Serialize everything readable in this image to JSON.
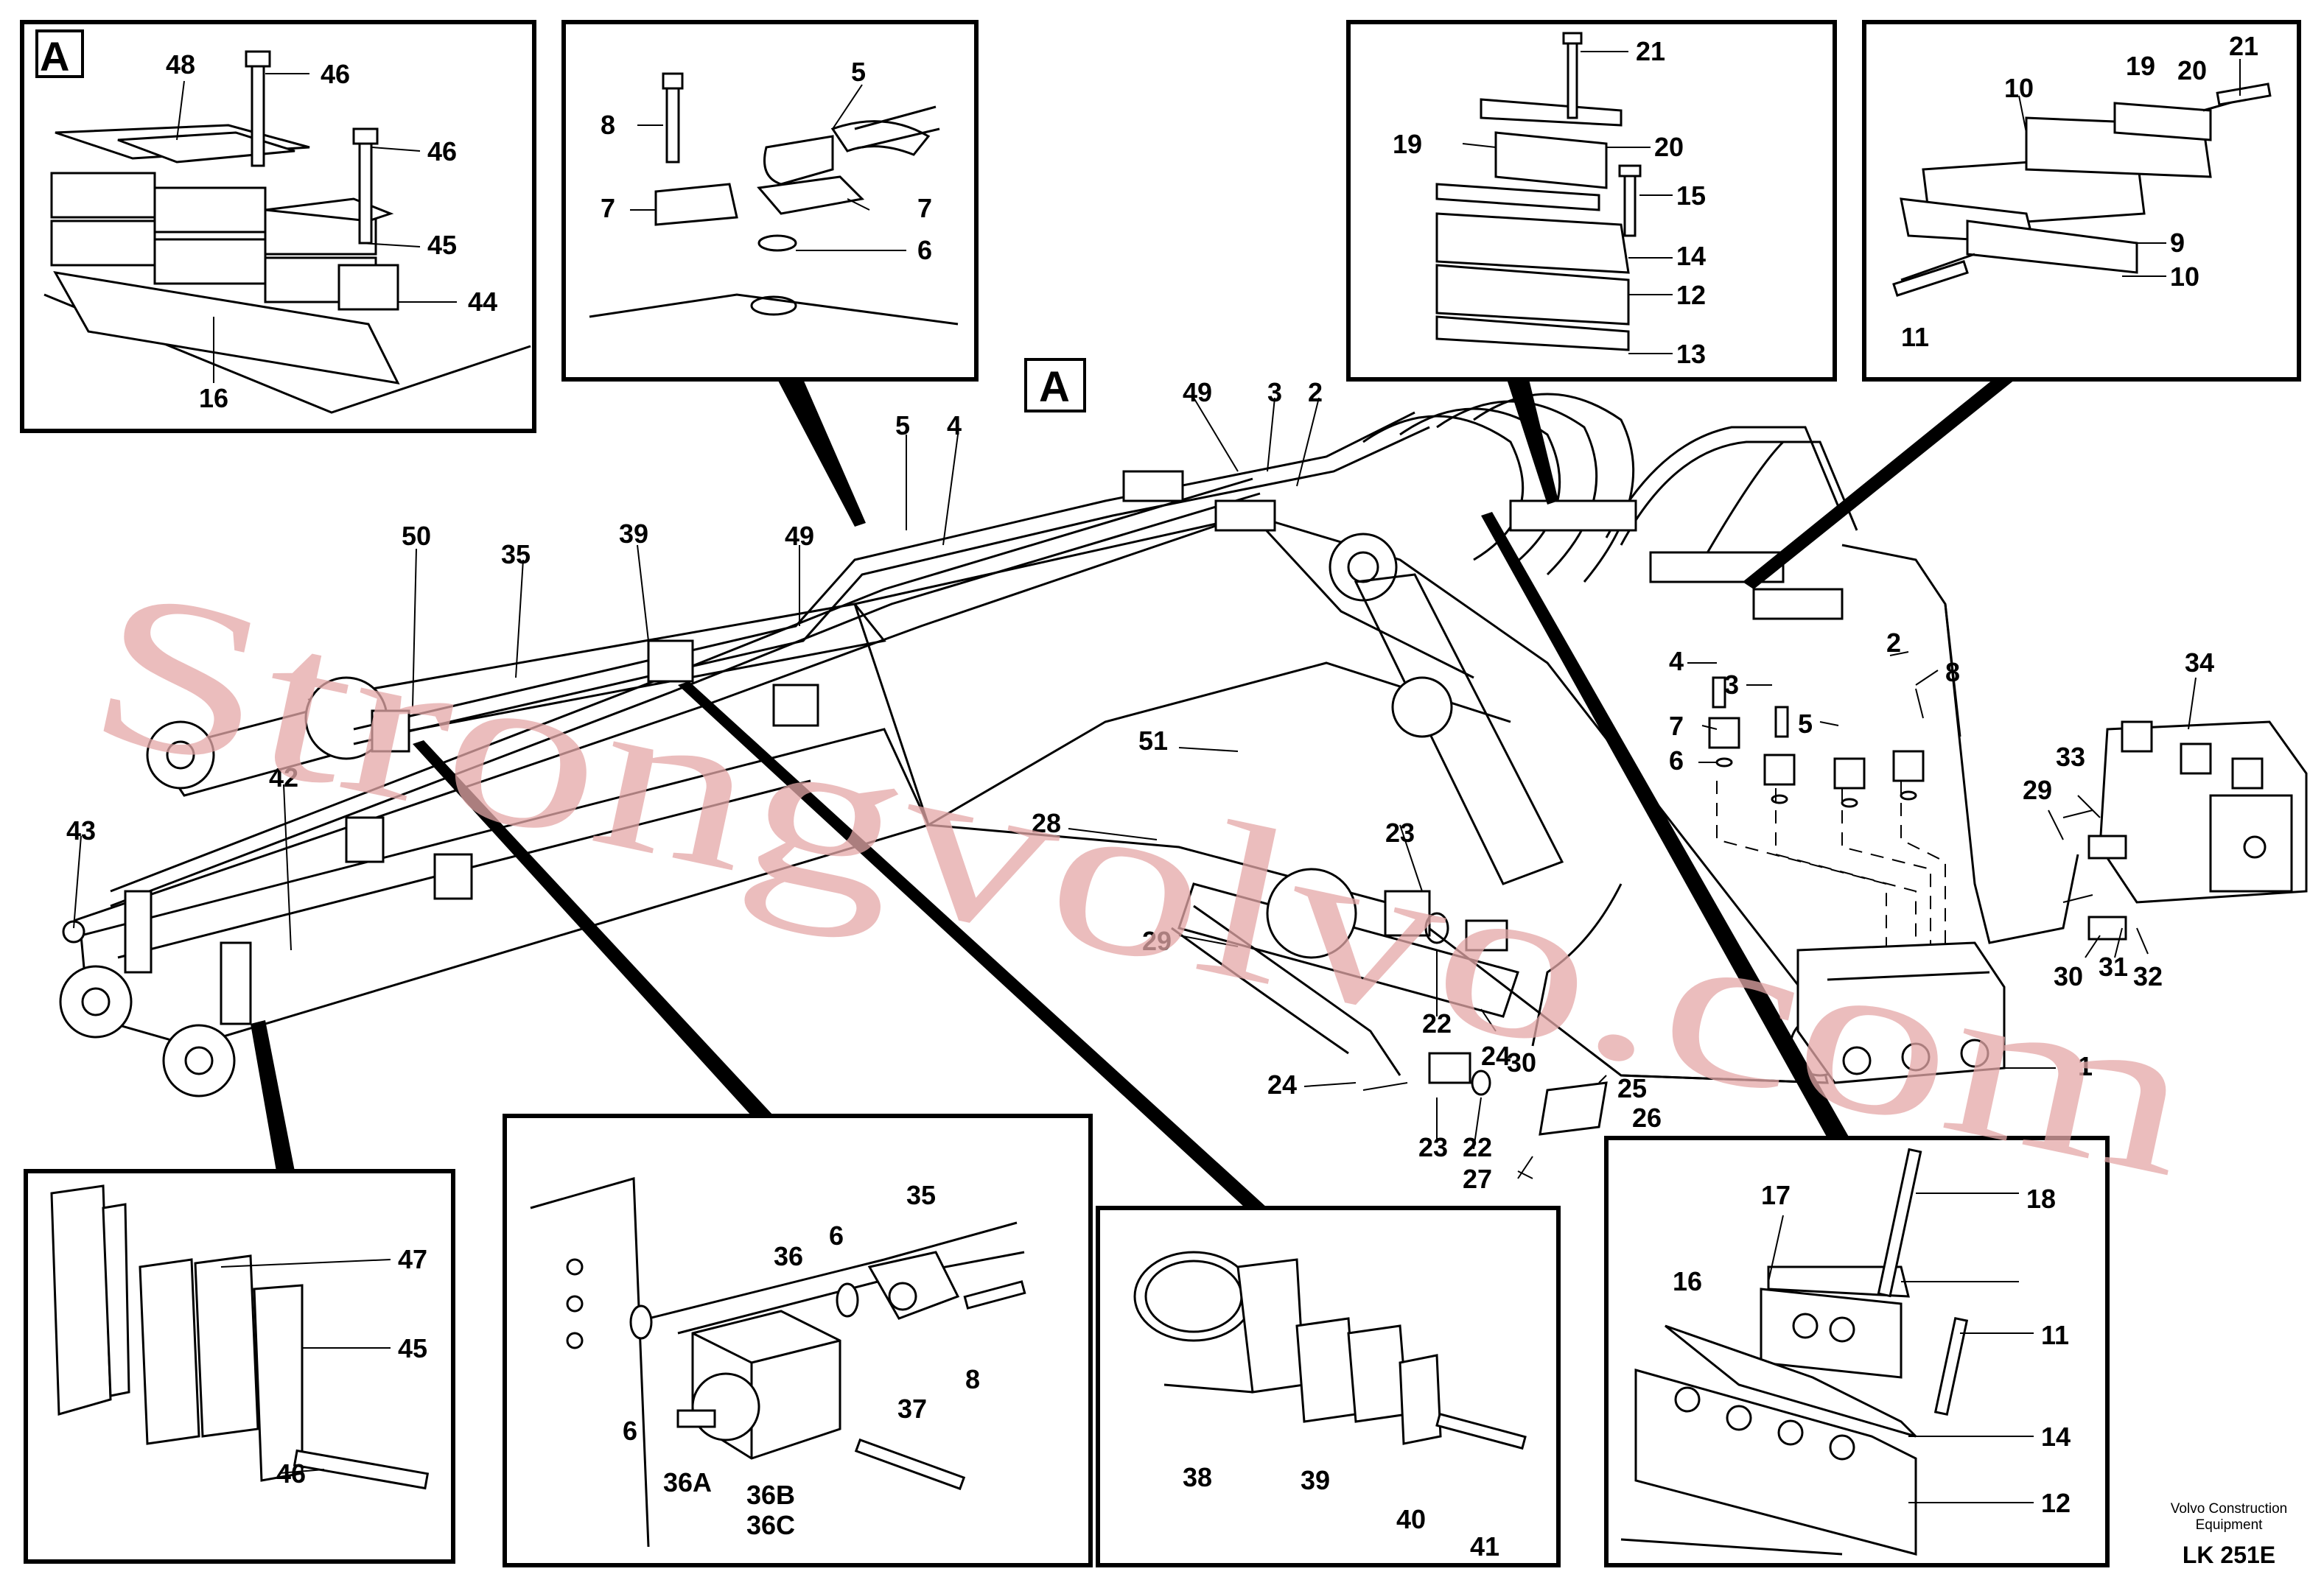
{
  "title": {
    "publisher_line1": "Volvo Construction",
    "publisher_line2": "Equipment",
    "code": "LK 251E"
  },
  "watermark": "Strongvolvo.com",
  "detail_tags": {
    "a_inset": "A",
    "a_main": "A"
  },
  "insets": {
    "a_clamp": [
      "48",
      "46",
      "46",
      "45",
      "44",
      "16"
    ],
    "elbow_flange": [
      "5",
      "8",
      "7",
      "7",
      "6"
    ],
    "clamp_stack": [
      "21",
      "19",
      "20",
      "15",
      "14",
      "12",
      "13"
    ],
    "clamp_bracket": [
      "10",
      "19",
      "20",
      "21",
      "9",
      "10",
      "11"
    ],
    "boom_clamp": [
      "47",
      "45",
      "46"
    ],
    "swivel_block": [
      "35",
      "36",
      "6",
      "6",
      "8",
      "37",
      "36A",
      "36B",
      "36C"
    ],
    "hose_clamp": [
      "38",
      "39",
      "40",
      "41"
    ],
    "clamp_plates": [
      "17",
      "18",
      "16",
      "11",
      "14",
      "12"
    ]
  },
  "main_labels": [
    "49",
    "3",
    "2",
    "5",
    "4",
    "50",
    "35",
    "39",
    "49",
    "42",
    "43",
    "51",
    "28",
    "29",
    "23",
    "22",
    "24",
    "24",
    "30",
    "23",
    "22",
    "27",
    "25",
    "26",
    "4",
    "3",
    "5",
    "2",
    "8",
    "7",
    "6",
    "34",
    "29",
    "33",
    "30",
    "31",
    "32",
    "1"
  ]
}
